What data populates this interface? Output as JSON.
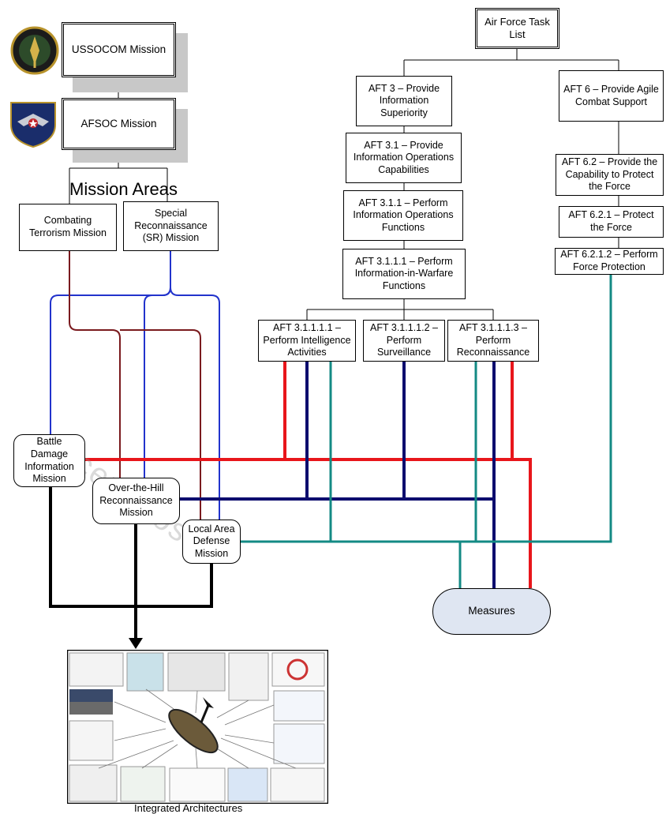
{
  "left": {
    "ussocom": "USSOCOM Mission",
    "afsoc": "AFSOC Mission",
    "mission_areas": "Mission Areas",
    "combating": "Combating Terrorism Mission",
    "sr": "Special Reconnaissance (SR) Mission",
    "bda": "Battle Damage Information Mission",
    "oth": "Over-the-Hill Reconnaissance Mission",
    "lad": "Local Area Defense Mission",
    "watermark": "Scenarios"
  },
  "right": {
    "task_list": "Air Force Task List",
    "aft3": "AFT 3 – Provide Information Superiority",
    "aft31": "AFT 3.1 – Provide Information Operations Capabilities",
    "aft311": "AFT 3.1.1 – Perform Information Operations Functions",
    "aft3111": "AFT 3.1.1.1 – Perform Information-in-Warfare Functions",
    "aft31111": "AFT 3.1.1.1.1 – Perform Intelligence Activities",
    "aft31112": "AFT 3.1.1.1.2 – Perform Surveillance",
    "aft31113": "AFT 3.1.1.1.3 – Perform Reconnaissance",
    "aft6": "AFT 6 – Provide Agile Combat Support",
    "aft62": "AFT 6.2 – Provide the Capability to Protect the Force",
    "aft621": "AFT 6.2.1 – Protect the Force",
    "aft6212": "AFT 6.2.1.2 – Perform Force Protection"
  },
  "measures": "Measures",
  "integrated": "Integrated Architectures",
  "colors": {
    "red": "#e8161b",
    "navy": "#0d0d6e",
    "teal": "#138a84",
    "maroon": "#7a1a1e",
    "blue": "#2233cc"
  }
}
